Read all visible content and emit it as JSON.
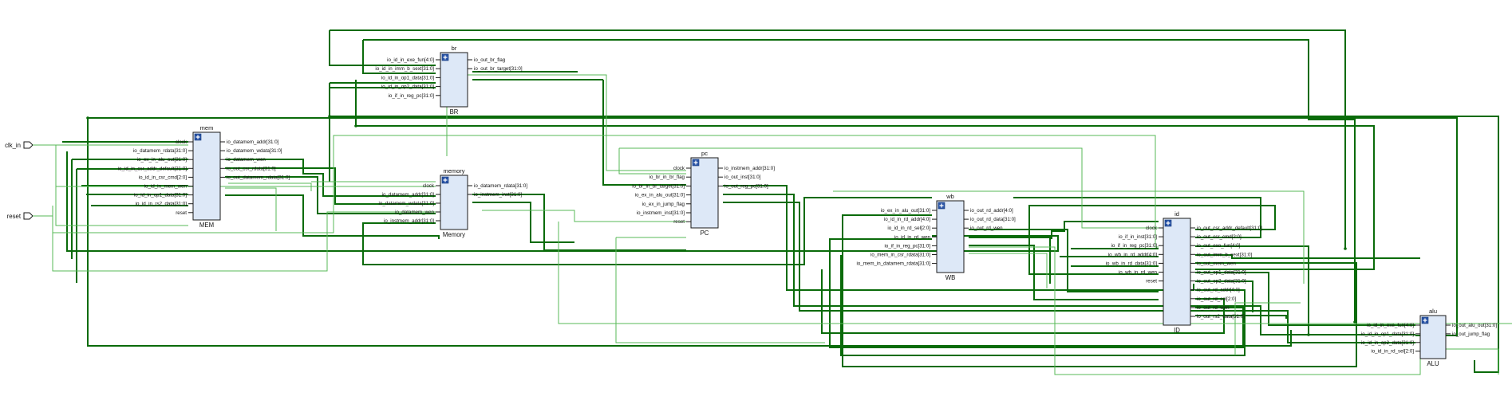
{
  "ports": [
    {
      "name": "clk_in"
    },
    {
      "name": "reset"
    }
  ],
  "blocks": {
    "br": {
      "instance": "br",
      "cell": "BR",
      "inputs": [
        "io_id_in_exe_fun[4:0]",
        "io_id_in_imm_b_sext[31:0]",
        "io_id_in_op1_data[31:0]",
        "io_id_in_op2_data[31:0]",
        "io_if_in_reg_pc[31:0]"
      ],
      "outputs": [
        "io_out_br_flag",
        "io_out_br_target[31:0]"
      ]
    },
    "mem": {
      "instance": "mem",
      "cell": "MEM",
      "inputs": [
        "clock",
        "io_datamem_rdata[31:0]",
        "io_ex_in_alu_out[31:0]",
        "io_id_in_csr_addr_default[31:0]",
        "io_id_in_csr_cmd[2:0]",
        "io_id_in_mem_wen",
        "io_id_in_op1_data[31:0]",
        "io_id_in_rs2_data[31:0]",
        "reset"
      ],
      "outputs": [
        "io_datamem_addr[31:0]",
        "io_datamem_wdata[31:0]",
        "io_datamem_wen",
        "io_out_csr_rdata[31:0]",
        "io_out_datamem_rdata[31:0]"
      ]
    },
    "memory": {
      "instance": "memory",
      "cell": "Memory",
      "inputs": [
        "clock",
        "io_datamem_addr[31:0]",
        "io_datamem_wdata[31:0]",
        "io_datamem_wen",
        "io_instmem_addr[31:0]"
      ],
      "outputs": [
        "io_datamem_rdata[31:0]",
        "io_instmem_inst[31:0]"
      ]
    },
    "pc": {
      "instance": "pc",
      "cell": "PC",
      "inputs": [
        "clock",
        "io_br_in_br_flag",
        "io_br_in_br_target[31:0]",
        "io_ex_in_alu_out[31:0]",
        "io_ex_in_jump_flag",
        "io_instmem_inst[31:0]",
        "reset"
      ],
      "outputs": [
        "io_instmem_addr[31:0]",
        "io_out_inst[31:0]",
        "io_out_reg_pc[31:0]"
      ]
    },
    "wb": {
      "instance": "wb",
      "cell": "WB",
      "inputs": [
        "io_ex_in_alu_out[31:0]",
        "io_id_in_rd_addr[4:0]",
        "io_id_in_rd_sel[2:0]",
        "io_id_in_rd_wen",
        "io_if_in_reg_pc[31:0]",
        "io_mem_in_csr_rdata[31:0]",
        "io_mem_in_datamem_rdata[31:0]"
      ],
      "outputs": [
        "io_out_rd_addr[4:0]",
        "io_out_rd_data[31:0]",
        "io_out_rd_wen"
      ]
    },
    "id": {
      "instance": "id",
      "cell": "ID",
      "inputs": [
        "clock",
        "io_if_in_inst[31:0]",
        "io_if_in_reg_pc[31:0]",
        "io_wb_in_rd_addr[4:0]",
        "io_wb_in_rd_data[31:0]",
        "io_wb_in_rd_wen",
        "reset"
      ],
      "outputs": [
        "io_out_csr_addr_default[31:0]",
        "io_out_csr_cmd[2:0]",
        "io_out_exe_fun[4:0]",
        "io_out_imm_b_sext[31:0]",
        "io_out_mem_wen",
        "io_out_op1_data[31:0]",
        "io_out_op2_data[31:0]",
        "io_out_rd_addr[4:0]",
        "io_out_rd_sel[2:0]",
        "io_out_rd_wen",
        "io_out_rs2_data[31:0]"
      ]
    },
    "alu": {
      "instance": "alu",
      "cell": "ALU",
      "inputs": [
        "io_id_in_exe_fun[4:0]",
        "io_id_in_op1_data[31:0]",
        "io_id_in_op2_data[31:0]",
        "io_id_in_rd_sel[2:0]"
      ],
      "outputs": [
        "io_out_alu_out[31:0]",
        "io_out_jump_flag"
      ]
    }
  }
}
